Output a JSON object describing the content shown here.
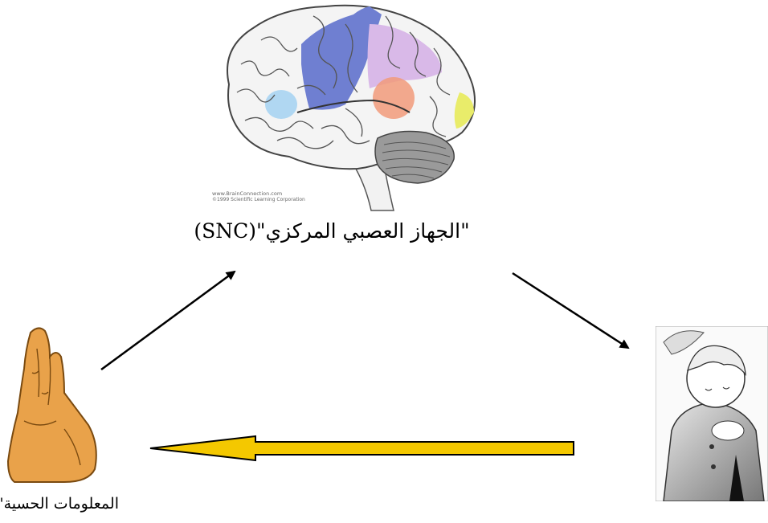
{
  "brain": {
    "credit_line1": "www.BrainConnection.com",
    "credit_line2": "©1999 Scientific Learning Corporation"
  },
  "labels": {
    "snc": "\"الجهاز العصبي المركزي\"(SNC)",
    "sensory": "المعلومات الحسية\""
  },
  "colors": {
    "frontal_motor": "#6f7fd1",
    "parietal": "#d9b9e8",
    "temporal_auditory": "#f19a7a",
    "broca": "#a9d4f2",
    "occipital": "#e9ec6a",
    "cerebellum": "#9a9a9a",
    "hand": "#e9a24a",
    "yellow_arrow": "#f4c800"
  }
}
